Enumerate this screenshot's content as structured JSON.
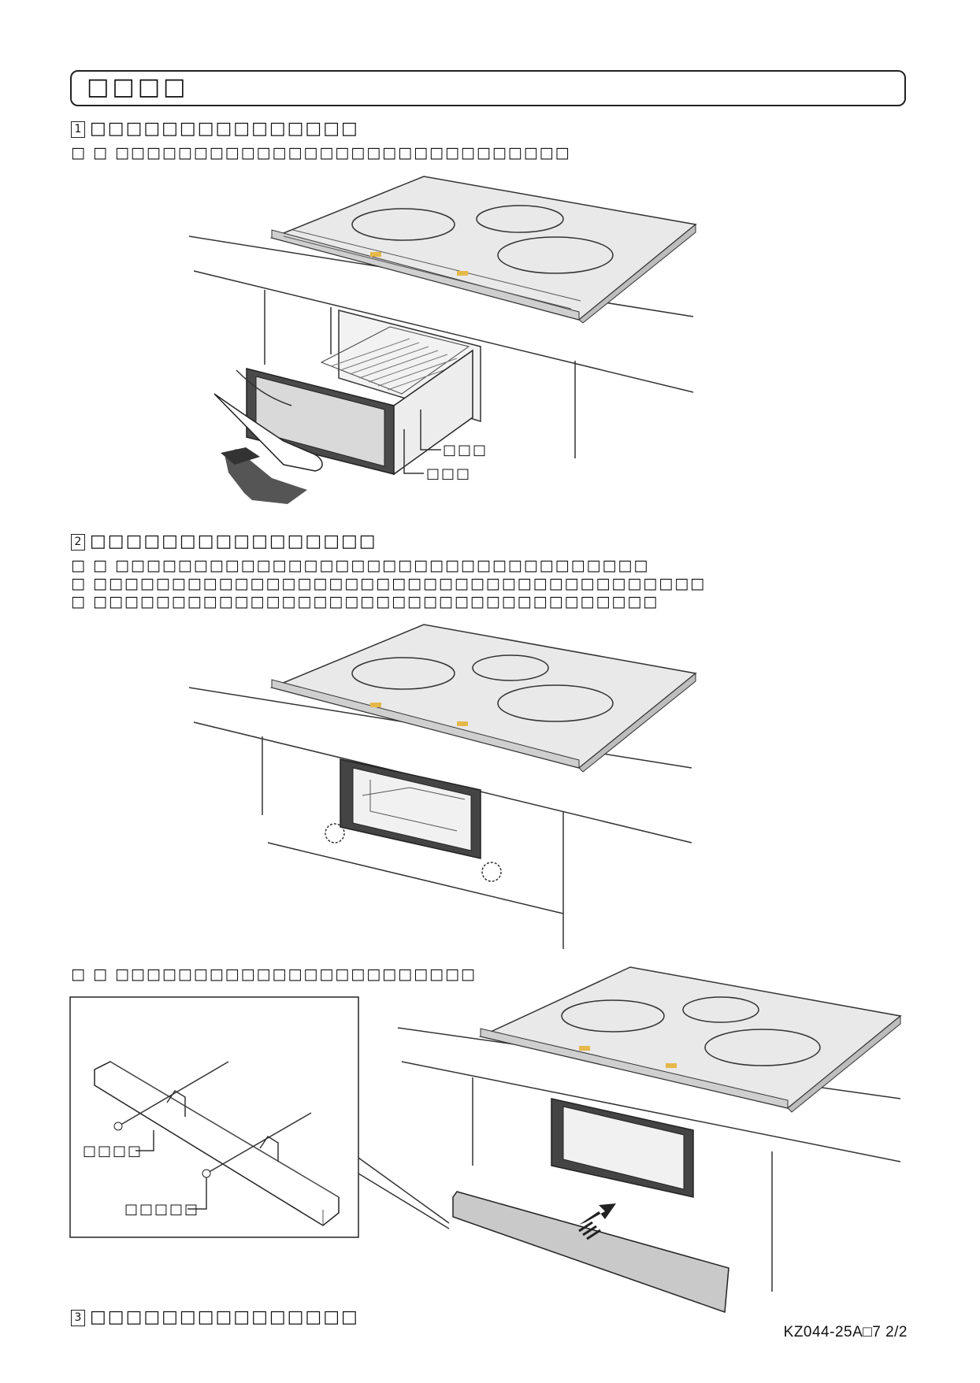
{
  "header": {
    "title": "□□□□"
  },
  "step1": {
    "num": "1",
    "title": "□□□□□□□□□□□□□□□",
    "note": "□ □ □□□□□□□□□□□□□□□□□□□□□□□□□□□□□",
    "callout_a": "□□□",
    "callout_b": "□□□"
  },
  "step2": {
    "num": "2",
    "title": "□□□□□□□□□□□□□□□□",
    "note1": "□ □ □□□□□□□□□□□□□□□□□□□□□□□□□□□□□□□□□□",
    "note2": "□ □□□□□□□□□□□□□□□□□□□□□□□□□□□□□□□□□□□□□□□",
    "note3": "□ □□□□□□□□□□□□□□□□□□□□□□□□□□□□□□□□□□□□",
    "note4": "□ □ □□□□□□□□□□□□□□□□□□□□□□□",
    "inset_label_a": "□□□□",
    "inset_label_b": "□□□□□"
  },
  "step3": {
    "num": "3",
    "title": "□□□□□□□□□□□□□□□"
  },
  "footer": {
    "code": "KZ044-25A□7  2/2"
  }
}
